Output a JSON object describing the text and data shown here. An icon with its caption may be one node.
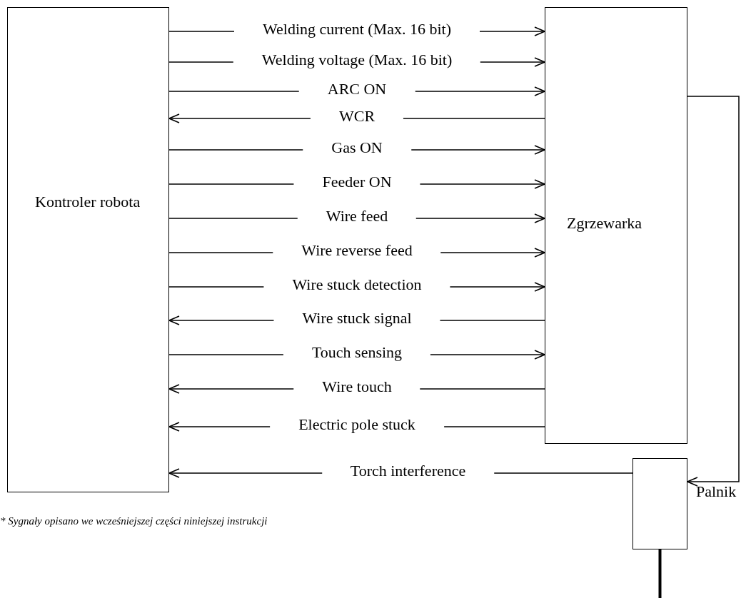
{
  "diagram": {
    "nodes": [
      {
        "text": [
          "Kontroler robota"
        ]
      },
      {
        "text": [
          "Zgrzewarka"
        ]
      },
      {
        "text": [
          "Palnik"
        ]
      }
    ],
    "edges": [
      {
        "from": 0,
        "to": 1,
        "arrow": "to",
        "label": "Welding current (Max. 16 bit)"
      },
      {
        "from": 0,
        "to": 1,
        "arrow": "to",
        "label": "Welding voltage (Max. 16 bit)"
      },
      {
        "from": 0,
        "to": 1,
        "arrow": "to",
        "label": "ARC ON"
      },
      {
        "from": 1,
        "to": 0,
        "arrow": "to",
        "label": "WCR"
      },
      {
        "from": 0,
        "to": 1,
        "arrow": "to",
        "label": "Gas ON"
      },
      {
        "from": 0,
        "to": 1,
        "arrow": "to",
        "label": "Feeder ON"
      },
      {
        "from": 0,
        "to": 1,
        "arrow": "to",
        "label": "Wire feed"
      },
      {
        "from": 0,
        "to": 1,
        "arrow": "to",
        "label": "Wire reverse feed"
      },
      {
        "from": 0,
        "to": 1,
        "arrow": "to",
        "label": "Wire stuck detection"
      },
      {
        "from": 1,
        "to": 0,
        "arrow": "to",
        "label": "Wire stuck signal"
      },
      {
        "from": 0,
        "to": 1,
        "arrow": "to",
        "label": "Touch sensing"
      },
      {
        "from": 1,
        "to": 0,
        "arrow": "to",
        "label": "Wire touch"
      },
      {
        "from": 1,
        "to": 0,
        "arrow": "to",
        "label": "Electric pole stuck"
      },
      {
        "from": 2,
        "to": 0,
        "arrow": "to",
        "label": "Torch interference"
      },
      {
        "from": 1,
        "to": 2,
        "arrow": "to"
      },
      {
        "from": 2,
        "to": null,
        "arrow": "none",
        "style": "thick"
      }
    ],
    "labels": [
      "* Sygnały opisano we wcześniejszej części niniejszej instrukcji"
    ]
  }
}
